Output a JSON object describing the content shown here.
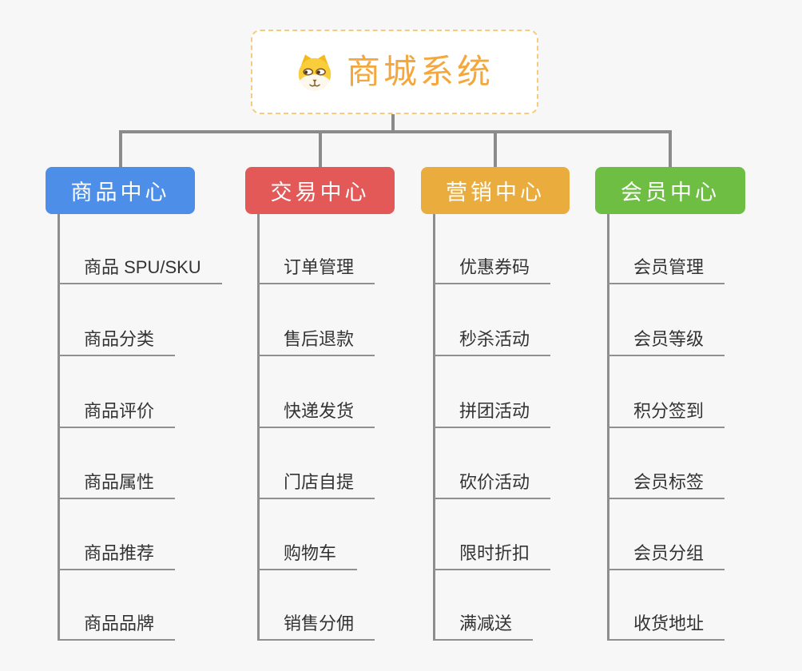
{
  "root": {
    "title": "商城系统",
    "icon": "dog-face-icon"
  },
  "branches": [
    {
      "label": "商品中心",
      "color": "#4D8FE8",
      "items": [
        "商品 SPU/SKU",
        "商品分类",
        "商品评价",
        "商品属性",
        "商品推荐",
        "商品品牌"
      ]
    },
    {
      "label": "交易中心",
      "color": "#E25958",
      "items": [
        "订单管理",
        "售后退款",
        "快递发货",
        "门店自提",
        "购物车",
        "销售分佣"
      ]
    },
    {
      "label": "营销中心",
      "color": "#EBAC3E",
      "items": [
        "优惠券码",
        "秒杀活动",
        "拼团活动",
        "砍价活动",
        "限时折扣",
        "满减送"
      ]
    },
    {
      "label": "会员中心",
      "color": "#6FBE44",
      "items": [
        "会员管理",
        "会员等级",
        "积分签到",
        "会员标签",
        "会员分组",
        "收货地址"
      ]
    }
  ],
  "colors": {
    "background": "#F7F7F7",
    "connector": "#8b8b8b",
    "spine": "#8d8d8d",
    "underline": "#909090",
    "item_text": "#333333",
    "root_border": "#F6CB7C",
    "root_title": "#F4A73C"
  }
}
